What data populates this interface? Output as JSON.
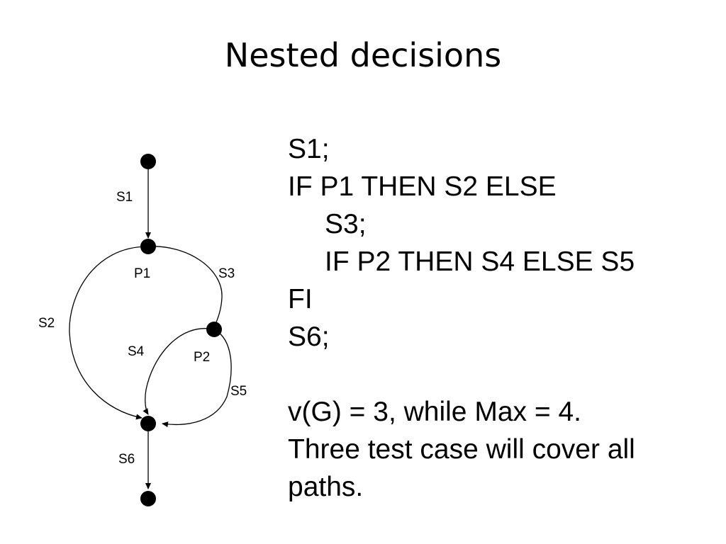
{
  "title": "Nested decisions",
  "diagram": {
    "edges": {
      "s1": "S1",
      "s2": "S2",
      "s3": "S3",
      "s4": "S4",
      "s5": "S5",
      "s6": "S6"
    },
    "nodes": {
      "p1": "P1",
      "p2": "P2"
    }
  },
  "code": {
    "lines": [
      "S1;",
      "IF P1 THEN S2 ELSE",
      "S3;",
      "IF P2 THEN S4 ELSE S5",
      "FI",
      "S6;"
    ],
    "summary": "v(G) = 3, while Max = 4.",
    "conclusion": "Three test case will cover all paths."
  }
}
